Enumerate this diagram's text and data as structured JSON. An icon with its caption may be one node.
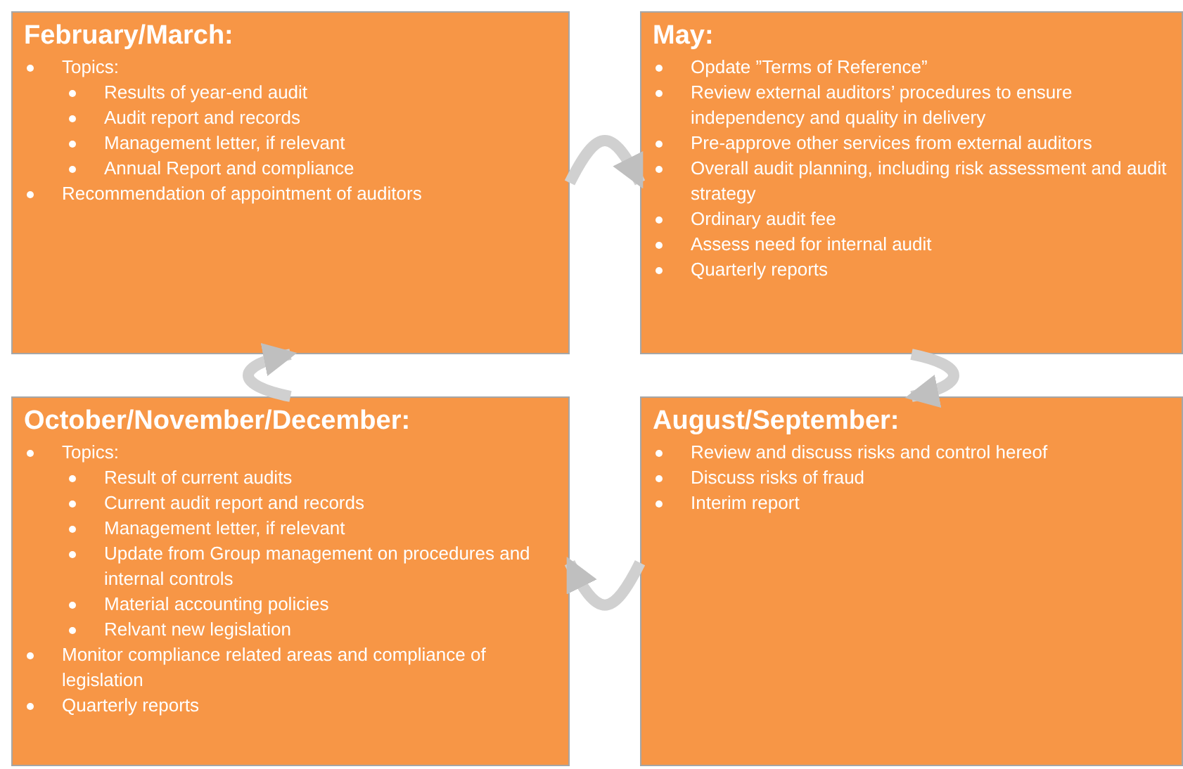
{
  "diagram": {
    "nodes": [
      {
        "text": [
          "February/March:",
          "Topics:",
          "Results of year-end audit",
          "Audit report and records",
          "Management letter, if relevant",
          "Annual Report and compliance",
          "Recommendation of appointment of auditors"
        ]
      },
      {
        "text": [
          "May:",
          "Opdate ”Terms of Reference”",
          "Review external auditors’ procedures to ensure independency and quality in delivery",
          "Pre-approve other services from external auditors",
          "Overall audit planning, including risk assessment and audit strategy",
          "Ordinary audit fee",
          "Assess need for internal audit",
          "Quarterly reports"
        ]
      },
      {
        "text": [
          "October/November/December:",
          "Topics:",
          "Result of current audits",
          "Current audit report and records",
          "Management letter, if relevant",
          "Update from Group management on procedures and internal controls",
          "Material accounting policies",
          "Relvant new legislation",
          "Monitor compliance related areas and compliance of legislation",
          "Quarterly reports"
        ]
      },
      {
        "text": [
          "August/September:",
          "Review and discuss risks and control hereof",
          "Discuss risks of fraud",
          "Interim report"
        ]
      }
    ],
    "edges": [
      {
        "from": 0,
        "to": 1,
        "arrow": "to"
      },
      {
        "from": 1,
        "to": 3,
        "arrow": "to"
      },
      {
        "from": 3,
        "to": 2,
        "arrow": "to"
      },
      {
        "from": 2,
        "to": 0,
        "arrow": "to"
      }
    ]
  }
}
